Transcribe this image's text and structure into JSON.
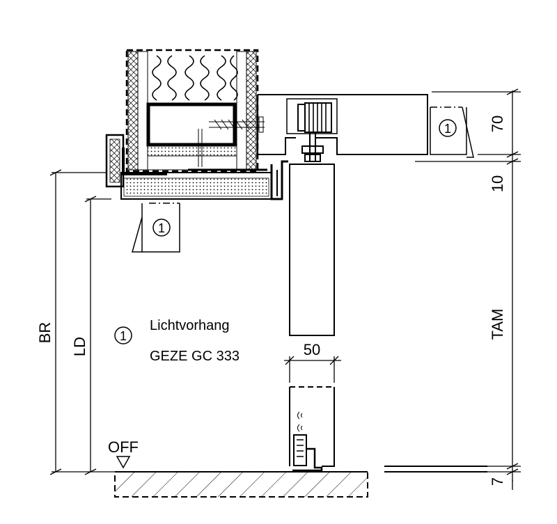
{
  "legend": {
    "marker": "1",
    "line1": "Lichtvorhang",
    "line2": "GEZE GC 333"
  },
  "callouts": {
    "top_right": "1",
    "mid_left": "1"
  },
  "dimensions": {
    "br": "BR",
    "ld": "LD",
    "tam": "TAM",
    "d70": "70",
    "d10": "10",
    "d7": "7",
    "d50": "50"
  },
  "floor_label": "OFF"
}
